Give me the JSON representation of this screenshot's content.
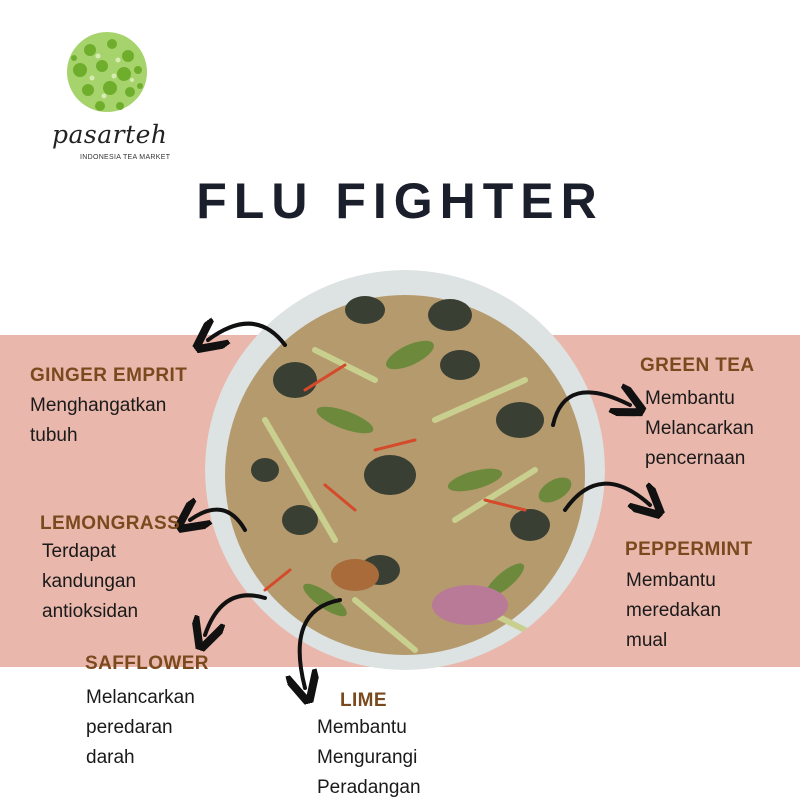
{
  "brand": {
    "name": "pasarteh",
    "tagline": "INDONESIA TEA MARKET"
  },
  "title": "FLU FIGHTER",
  "ingredients": {
    "ginger": {
      "name": "GINGER EMPRIT",
      "desc_lines": [
        "Menghangatkan",
        "tubuh"
      ]
    },
    "lemongrass": {
      "name": "LEMONGRASS",
      "desc_lines": [
        "Terdapat",
        "kandungan",
        "antioksidan"
      ]
    },
    "safflower": {
      "name": "SAFFLOWER",
      "desc_lines": [
        "Melancarkan",
        "peredaran",
        "darah"
      ]
    },
    "lime": {
      "name": "LIME",
      "desc_lines": [
        "Membantu",
        "Mengurangi",
        "Peradangan"
      ]
    },
    "green_tea": {
      "name": "GREEN TEA",
      "desc_lines": [
        "Membantu",
        "Melancarkan",
        "pencernaan"
      ]
    },
    "peppermint": {
      "name": "PEPPERMINT",
      "desc_lines": [
        "Membantu",
        "meredakan",
        "mual"
      ]
    }
  },
  "colors": {
    "band": "#e9b7ab",
    "heading": "#7a4a1e",
    "title": "#1a1f2b",
    "logo_green": "#8cc63f"
  }
}
